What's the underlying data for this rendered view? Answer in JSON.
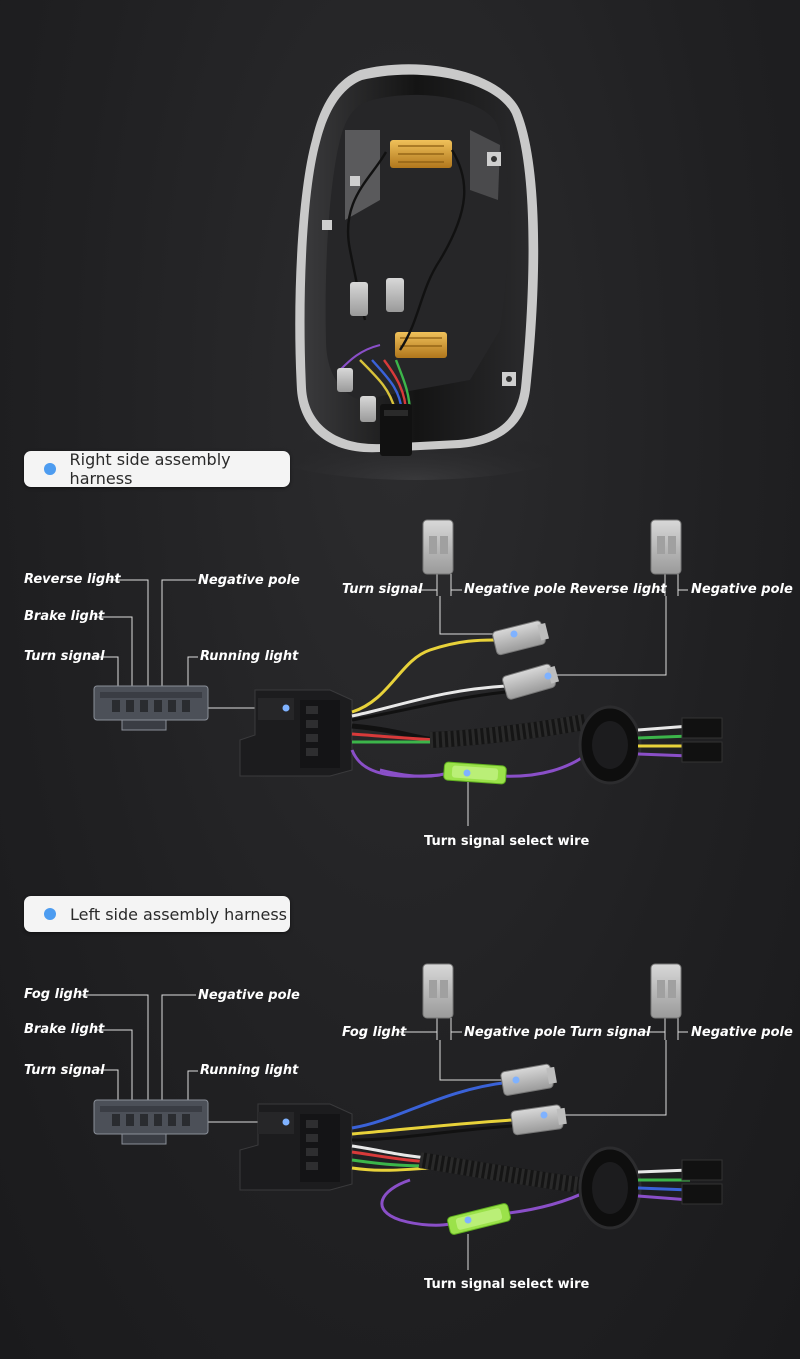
{
  "right_section": {
    "title": "Right side assembly harness",
    "plug_labels": {
      "top_left": "Reverse light",
      "mid_left": "Brake light",
      "low_left": "Turn signal",
      "top_right": "Negative pole",
      "low_right": "Running light"
    },
    "connector_a": {
      "left": "Turn signal",
      "right": "Negative pole"
    },
    "connector_b": {
      "left": "Reverse light",
      "right": "Negative pole"
    },
    "select_wire": "Turn signal select wire"
  },
  "left_section": {
    "title": "Left side assembly harness",
    "plug_labels": {
      "top_left": "Fog light",
      "mid_left": "Brake light",
      "low_left": "Turn signal",
      "top_right": "Negative pole",
      "low_right": "Running light"
    },
    "connector_a": {
      "left": "Fog light",
      "right": "Negative pole"
    },
    "connector_b": {
      "left": "Turn signal",
      "right": "Negative pole"
    },
    "select_wire": "Turn signal select wire"
  },
  "colors": {
    "label_pill_bg": "#f4f4f4",
    "bullet_blue": "#4d9cf0",
    "callout_line": "#dddddd",
    "marker_blue": "#7fb2ff",
    "wire_yellow": "#e8d23a",
    "wire_green": "#3cb54a",
    "wire_blue": "#3a62d8",
    "wire_purple": "#8a4fc8",
    "wire_white": "#e8e8e8",
    "wire_red": "#d83a3a",
    "resistor_gold": "#d99a2b"
  }
}
